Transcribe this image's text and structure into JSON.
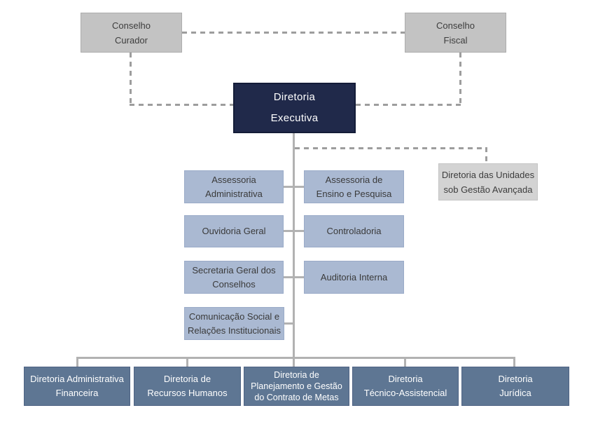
{
  "palette": {
    "background": "#ffffff",
    "council_fill": "#c3c3c3",
    "council_border": "#adadad",
    "council_text": "#3d3d3d",
    "executive_fill": "#20294a",
    "executive_border": "#141c38",
    "executive_text": "#ffffff",
    "staff_fill": "#aab9d2",
    "staff_border": "#9aabc8",
    "staff_text": "#3a3a3a",
    "advanced_fill": "#d3d3d3",
    "advanced_border": "#c4c4c4",
    "advanced_text": "#3d3d3d",
    "directorate_fill": "#5e7693",
    "directorate_border": "#4e6384",
    "directorate_text": "#ffffff",
    "line_solid": "#b2b2b2",
    "line_dashed": "#9d9d9d"
  },
  "chart": {
    "councils": {
      "curador": {
        "label": "Conselho\nCurador"
      },
      "fiscal": {
        "label": "Conselho\nFiscal"
      }
    },
    "executive": {
      "label": "Diretoria\nExecutiva"
    },
    "staff": {
      "assessoria_administrativa": {
        "label": "Assessoria\nAdministrativa"
      },
      "assessoria_ensino_pesquisa": {
        "label": "Assessoria de\nEnsino e Pesquisa"
      },
      "ouvidoria_geral": {
        "label": "Ouvidoria Geral"
      },
      "controladoria": {
        "label": "Controladoria"
      },
      "secretaria_geral_conselhos": {
        "label": "Secretaria Geral dos\nConselhos"
      },
      "auditoria_interna": {
        "label": "Auditoria Interna"
      },
      "comunicacao_social": {
        "label": "Comunicação Social e\nRelações Institucionais"
      }
    },
    "advanced_management": {
      "label": "Diretoria das Unidades\nsob Gestão Avançada"
    },
    "directorates": [
      {
        "label": "Diretoria Administrativa\nFinanceira"
      },
      {
        "label": "Diretoria de\nRecursos Humanos"
      },
      {
        "label": "Diretoria de\nPlanejamento e Gestão\ndo Contrato de Metas"
      },
      {
        "label": "Diretoria\nTécnico-Assistencial"
      },
      {
        "label": "Diretoria\nJurídica"
      }
    ]
  }
}
